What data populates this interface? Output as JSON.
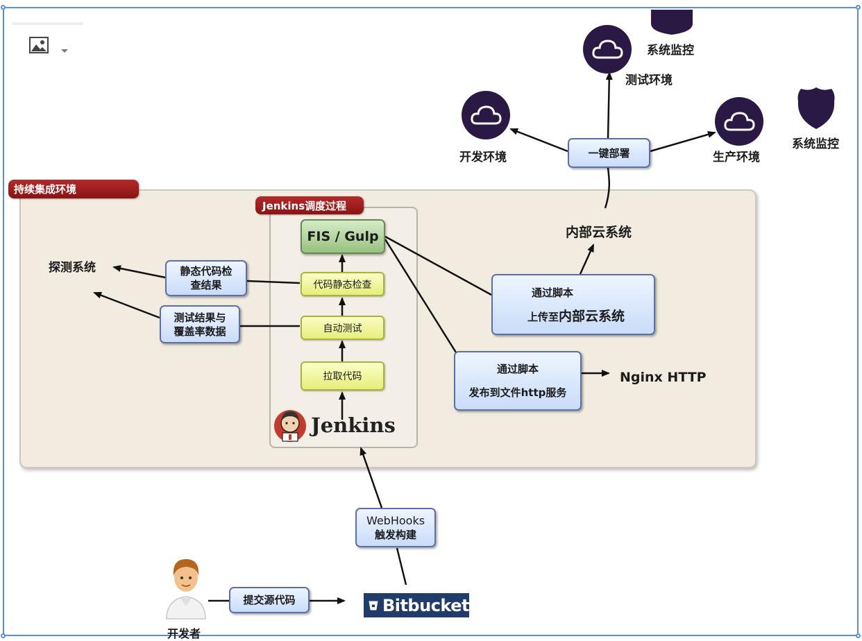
{
  "toolbar": {
    "image_icon": "image-icon",
    "dropdown_icon": "caret-down-icon"
  },
  "ci_env": {
    "label": "持续集成环境"
  },
  "jenkins_process": {
    "label": "Jenkins调度过程",
    "steps": {
      "fis": "FIS / Gulp",
      "lint": "代码静态检查",
      "test": "自动测试",
      "pull": "拉取代码"
    },
    "logo_text": "Jenkins"
  },
  "probe_system": "探测系统",
  "static_result": {
    "line1": "静态代码检",
    "line2": "查结果"
  },
  "coverage_result": {
    "line1": "测试结果与",
    "line2": "覆盖率数据"
  },
  "upload_script": {
    "line1": "通过脚本",
    "line2_prefix": "上传至",
    "line2_big": "内部云系统"
  },
  "internal_cloud": "内部云系统",
  "publish_script": {
    "line1": "通过脚本",
    "line2": "发布到文件http服务"
  },
  "nginx": "Nginx HTTP",
  "deploy": {
    "button": "一键部署",
    "dev": "开发环境",
    "test": "测试环境",
    "prod": "生产环境"
  },
  "monitor": {
    "top": "系统监控",
    "right": "系统监控"
  },
  "webhooks": {
    "line1": "WebHooks",
    "line2": "触发构建"
  },
  "developer": {
    "label": "开发者",
    "commit": "提交源代码"
  },
  "bitbucket": "Bitbucket",
  "colors": {
    "cloud": "#2a1845",
    "red_label": "#a21e1e",
    "ci_bg": "#f1ebe0",
    "box_border": "#5c6fa8"
  }
}
